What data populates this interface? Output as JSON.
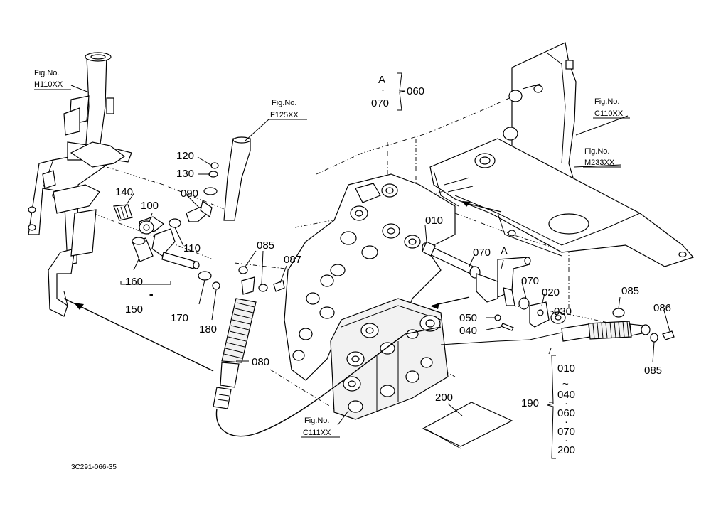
{
  "figure_refs": [
    {
      "id": "h110",
      "label": "Fig.No.",
      "code": "H110XX"
    },
    {
      "id": "f125",
      "label": "Fig.No.",
      "code": "F125XX"
    },
    {
      "id": "c110",
      "label": "Fig.No.",
      "code": "C110XX"
    },
    {
      "id": "m233",
      "label": "Fig.No.",
      "code": "M233XX"
    },
    {
      "id": "c111",
      "label": "Fig.No.",
      "code": "C111XX"
    }
  ],
  "parts": [
    "010",
    "020",
    "030",
    "040",
    "050",
    "070",
    "070",
    "080",
    "085",
    "085",
    "085",
    "086",
    "087",
    "090",
    "100",
    "110",
    "120",
    "130",
    "140",
    "150",
    "160",
    "170",
    "180",
    "200"
  ],
  "group_060": {
    "top": "A",
    "dot": "·",
    "bottom": "070",
    "label": "060"
  },
  "group_190": {
    "label": "190",
    "items": [
      "010",
      "~",
      "040",
      "·",
      "060",
      "·",
      "070",
      "·",
      "200"
    ]
  },
  "callout_a": "A",
  "drawing_code": "3C291-066-35"
}
